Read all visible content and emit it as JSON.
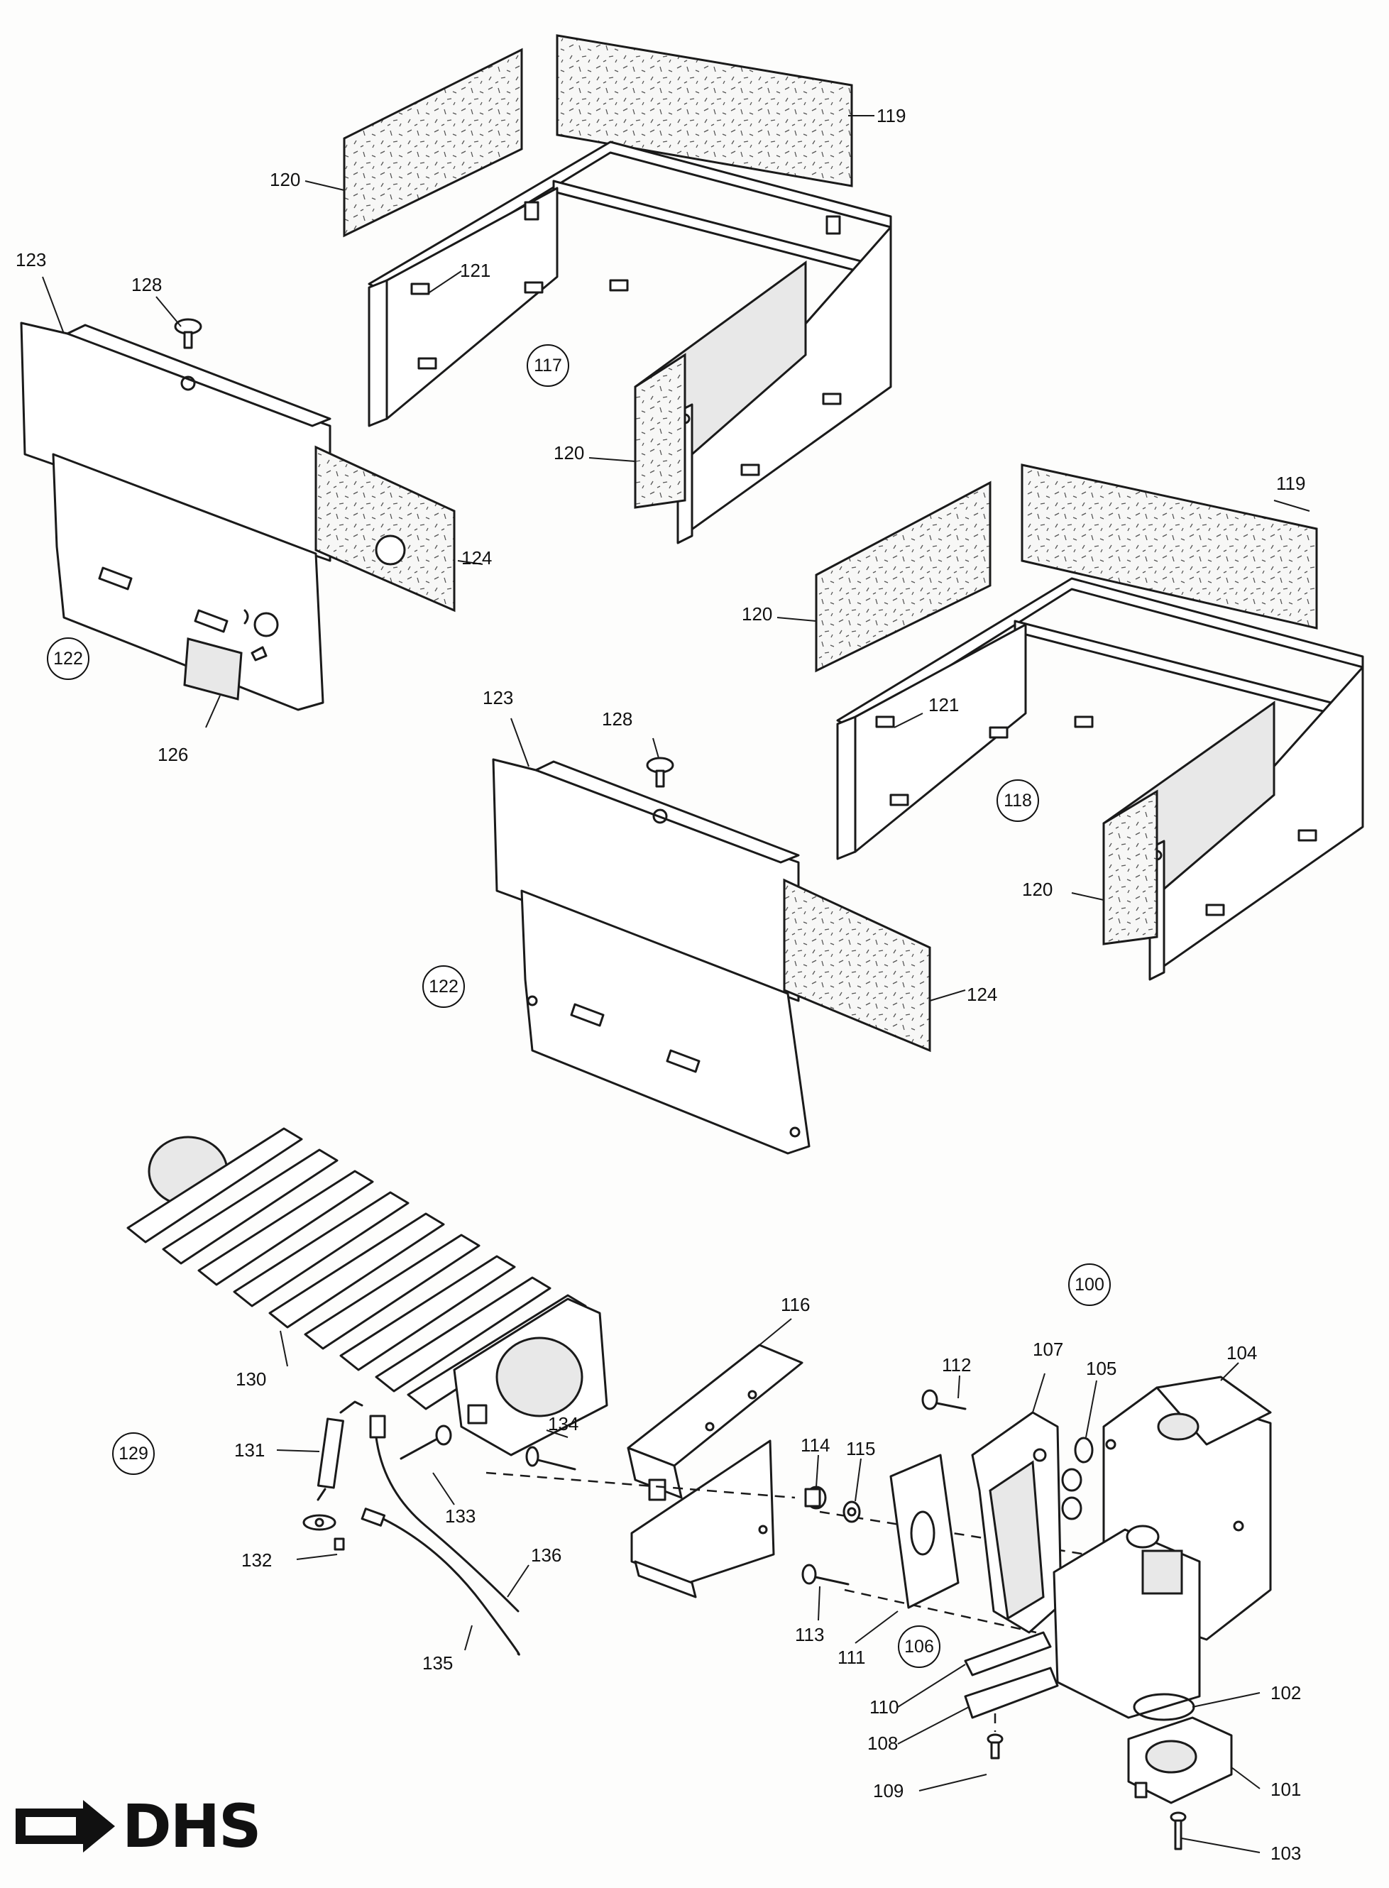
{
  "diagram": {
    "callouts": {
      "c100": "100",
      "c101": "101",
      "c102": "102",
      "c103": "103",
      "c104": "104",
      "c105": "105",
      "c106": "106",
      "c107": "107",
      "c108": "108",
      "c109": "109",
      "c110": "110",
      "c111": "111",
      "c112": "112",
      "c113": "113",
      "c114": "114",
      "c115": "115",
      "c116": "116",
      "c117": "117",
      "c118": "118",
      "c119": "119",
      "c120": "120",
      "c121": "121",
      "c122": "122",
      "c123": "123",
      "c124": "124",
      "c126": "126",
      "c128": "128",
      "c129": "129",
      "c130": "130",
      "c131": "131",
      "c132": "132",
      "c133": "133",
      "c134": "134",
      "c135": "135",
      "c136": "136"
    }
  },
  "logo": {
    "text": "DHS",
    "icon": "arrow-logo-icon",
    "color": "#111111"
  }
}
